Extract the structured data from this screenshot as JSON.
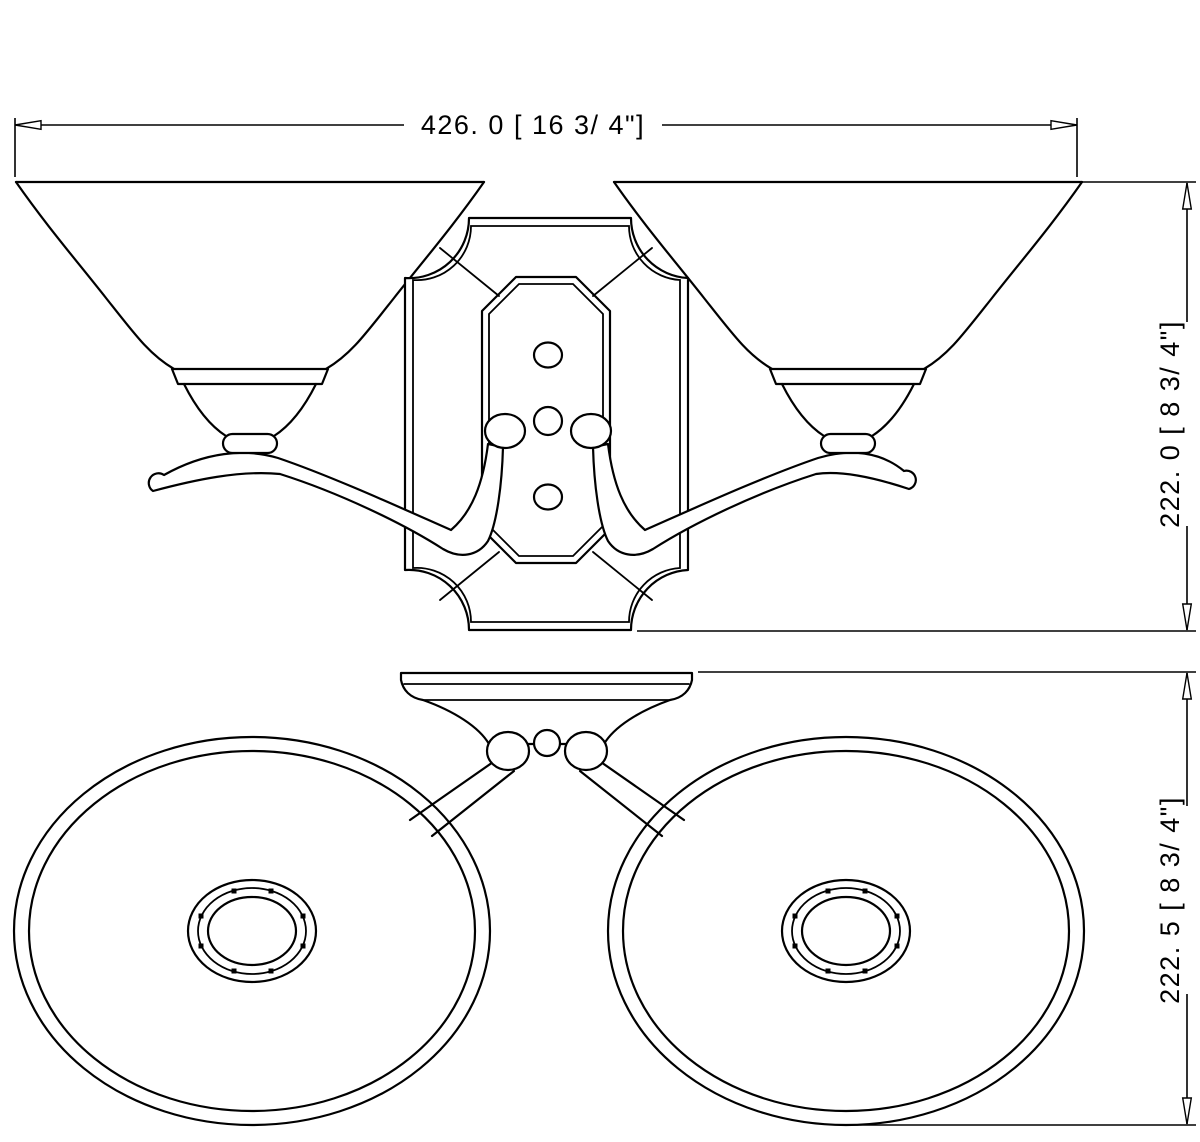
{
  "page": {
    "background_color": "#ffffff",
    "line_color": "#000000"
  },
  "drawing": {
    "type": "technical-dimension-drawing",
    "front_view": {
      "width_dimension_label": "426. 0 [ 16 3/ 4\"]",
      "height_dimension_label": "222. 0 [ 8 3/ 4\"]"
    },
    "bottom_view": {
      "height_dimension_label": "222. 5 [ 8 3/ 4\"]"
    }
  }
}
